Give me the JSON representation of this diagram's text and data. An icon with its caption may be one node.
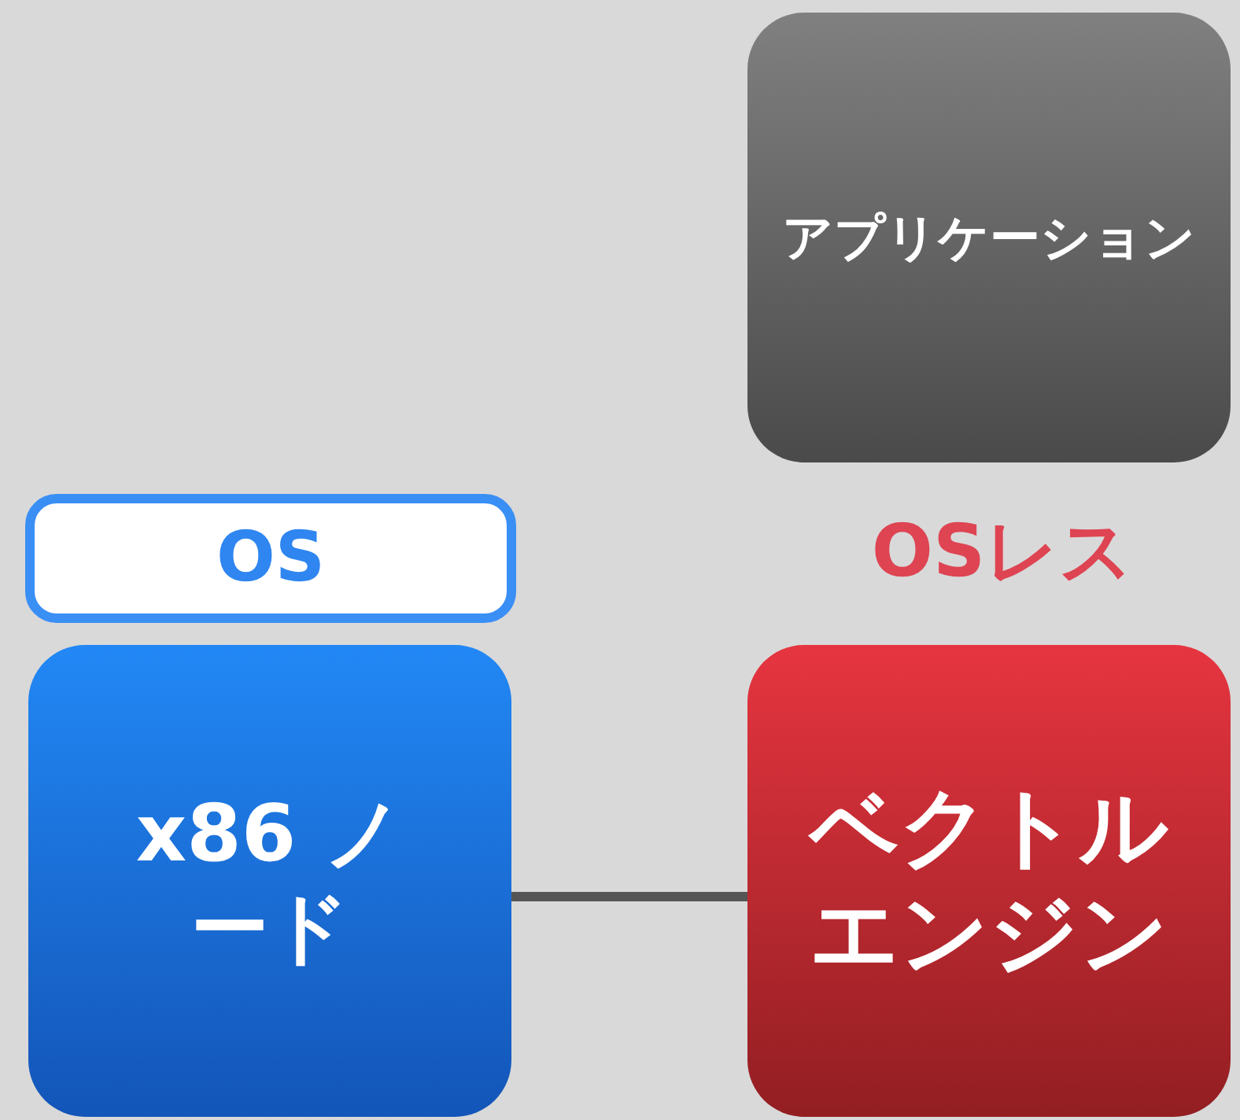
{
  "diagram": {
    "nodes": [
      {
        "text": [
          "アプリケーション"
        ]
      },
      {
        "text": [
          "OS"
        ]
      },
      {
        "text": [
          "x86 ノード"
        ]
      },
      {
        "text": [
          "ベクトルエンジン"
        ],
        "beside": [
          "OSレス"
        ]
      }
    ],
    "edges": [
      {
        "from": 2,
        "to": 3,
        "arrow": "none"
      }
    ]
  }
}
